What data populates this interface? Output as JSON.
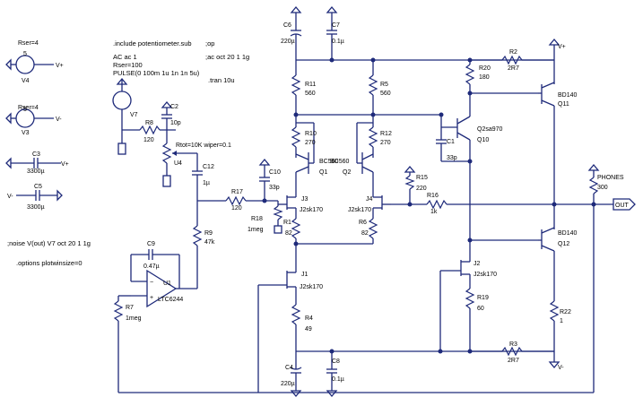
{
  "directives": {
    "include": ".include potentiometer.sub",
    "op": ";op",
    "ac_source": "AC ac 1",
    "rser100": "Rser=100",
    "pulse": "PULSE(0 100m 1u 1n 1n 5u)",
    "ac_cmd": ";ac oct 20 1 1g",
    "tran": ".tran 10u",
    "noise": ";noise V(out) V7 oct 20 1 1g",
    "options": ".options plotwinsize=0"
  },
  "sources": {
    "v4": {
      "name": "V4",
      "value": "5",
      "rser": "Rser=4",
      "node": "V+"
    },
    "v3": {
      "name": "V3",
      "value": "5",
      "rser": "Rser=4",
      "node": "V-"
    },
    "v7": {
      "name": "V7"
    },
    "c3": {
      "name": "C3",
      "value": "3300µ",
      "node": "V+"
    },
    "c5": {
      "name": "C5",
      "value": "3300µ",
      "node": "V-"
    }
  },
  "components": {
    "r8": {
      "name": "R8",
      "value": "120"
    },
    "c2": {
      "name": "C2",
      "value": "10p"
    },
    "u4": {
      "name": "U4",
      "value": "Rtot=10K wiper=0.1"
    },
    "c12": {
      "name": "C12",
      "value": "1µ"
    },
    "r17": {
      "name": "R17",
      "value": "120"
    },
    "r9": {
      "name": "R9",
      "value": "47k"
    },
    "c9": {
      "name": "C9",
      "value": "0.47µ"
    },
    "u1": {
      "name": "U1",
      "value": "LTC6244"
    },
    "r7": {
      "name": "R7",
      "value": "1meg"
    },
    "c6": {
      "name": "C6",
      "value": "220µ"
    },
    "c7": {
      "name": "C7",
      "value": "0.1µ"
    },
    "r11": {
      "name": "R11",
      "value": "560"
    },
    "r5": {
      "name": "R5",
      "value": "560"
    },
    "r10": {
      "name": "R10",
      "value": "270"
    },
    "r12": {
      "name": "R12",
      "value": "270"
    },
    "q1": {
      "name": "Q1",
      "value": "BC560"
    },
    "q2": {
      "name": "Q2",
      "value": "BC560"
    },
    "c10": {
      "name": "C10",
      "value": "33p"
    },
    "j3": {
      "name": "J3",
      "value": "J2sk170"
    },
    "j4": {
      "name": "J4",
      "value": "J2sk170"
    },
    "r18": {
      "name": "R18",
      "value": "1meg"
    },
    "r1": {
      "name": "R1",
      "value": "82"
    },
    "r6": {
      "name": "R6",
      "value": "82"
    },
    "j1": {
      "name": "J1",
      "value": "J2sk170"
    },
    "r4": {
      "name": "R4",
      "value": "49"
    },
    "c4": {
      "name": "C4",
      "value": "220µ"
    },
    "c8": {
      "name": "C8",
      "value": "0.1µ"
    },
    "r15": {
      "name": "R15",
      "value": "220"
    },
    "r16": {
      "name": "R16",
      "value": "1k"
    },
    "c1": {
      "name": "C1",
      "value": "33p"
    },
    "q10": {
      "name": "Q10",
      "value": "Q2sa970"
    },
    "r20": {
      "name": "R20",
      "value": "180"
    },
    "r2": {
      "name": "R2",
      "value": "2R7"
    },
    "q11": {
      "name": "Q11",
      "value": "BD140"
    },
    "q12": {
      "name": "Q12",
      "value": "BD140"
    },
    "j2": {
      "name": "J2",
      "value": "J2sk170"
    },
    "r19": {
      "name": "R19",
      "value": "60"
    },
    "r22": {
      "name": "R22",
      "value": "1"
    },
    "r3": {
      "name": "R3",
      "value": "2R7"
    },
    "phones": {
      "name": "PHONES",
      "value": "300"
    }
  },
  "labels": {
    "out": "OUT",
    "vplus": "V+",
    "vminus": "V-"
  }
}
